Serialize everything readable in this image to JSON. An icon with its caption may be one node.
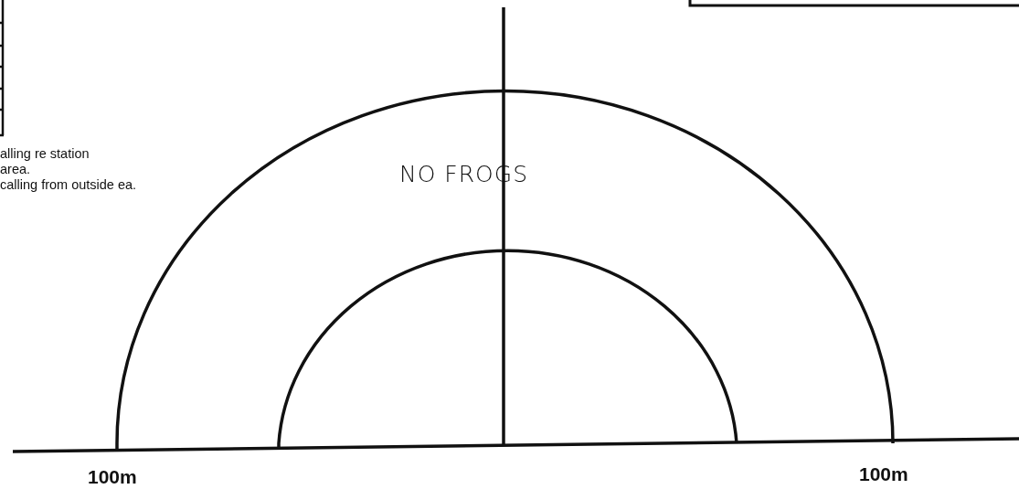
{
  "diagram": {
    "labels": [
      "alling re station area.",
      "calling from outside ea.",
      "NO FROGS",
      "100m",
      "100m"
    ]
  }
}
